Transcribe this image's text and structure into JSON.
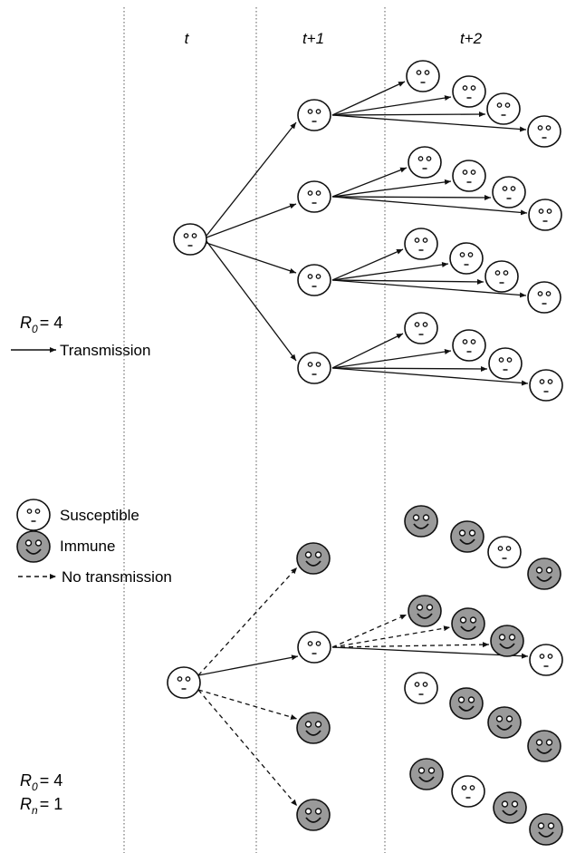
{
  "columns": [
    "t",
    "t+1",
    "t+2"
  ],
  "top_panel": {
    "r0_symbol": "R",
    "r0_subscript": "0",
    "r0_value": "= 4",
    "transmission_label": "Transmission"
  },
  "legend": {
    "susceptible_label": "Susceptible",
    "immune_label": "Immune",
    "no_transmission_label": "No transmission"
  },
  "bottom_panel": {
    "r0_symbol": "R",
    "r0_subscript": "0",
    "r0_value": "= 4",
    "rn_symbol": "R",
    "rn_subscript": "n",
    "rn_value": "= 1"
  },
  "colors": {
    "susceptible_fill": "#ffffff",
    "immune_fill": "#9a9a9a",
    "stroke": "#111111",
    "divider": "#888888"
  }
}
